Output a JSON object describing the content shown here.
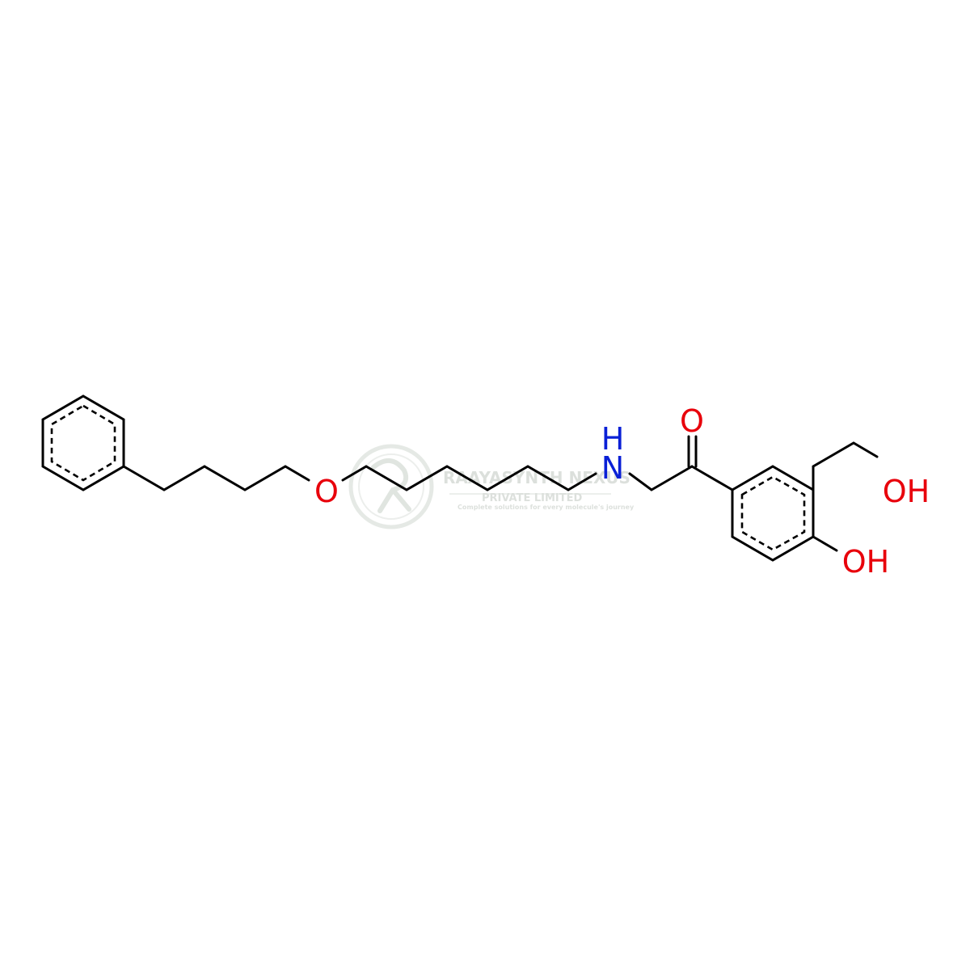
{
  "molecule": {
    "atoms": {
      "ether_oxygen": "O",
      "amine_nitrogen": "N",
      "amine_hydrogen": "H",
      "ketone_oxygen": "O",
      "hydroxymethyl_oh": "OH",
      "phenol_oh": "OH"
    },
    "colors": {
      "bond": "#000000",
      "oxygen": "#e8000b",
      "nitrogen": "#0a20d6"
    }
  },
  "watermark": {
    "company": "RAAYASYNTH NEXUS",
    "subtitle": "PRIVATE LIMITED",
    "tagline": "Complete solutions for every molecule's journey",
    "color": "#d9ddd9"
  }
}
